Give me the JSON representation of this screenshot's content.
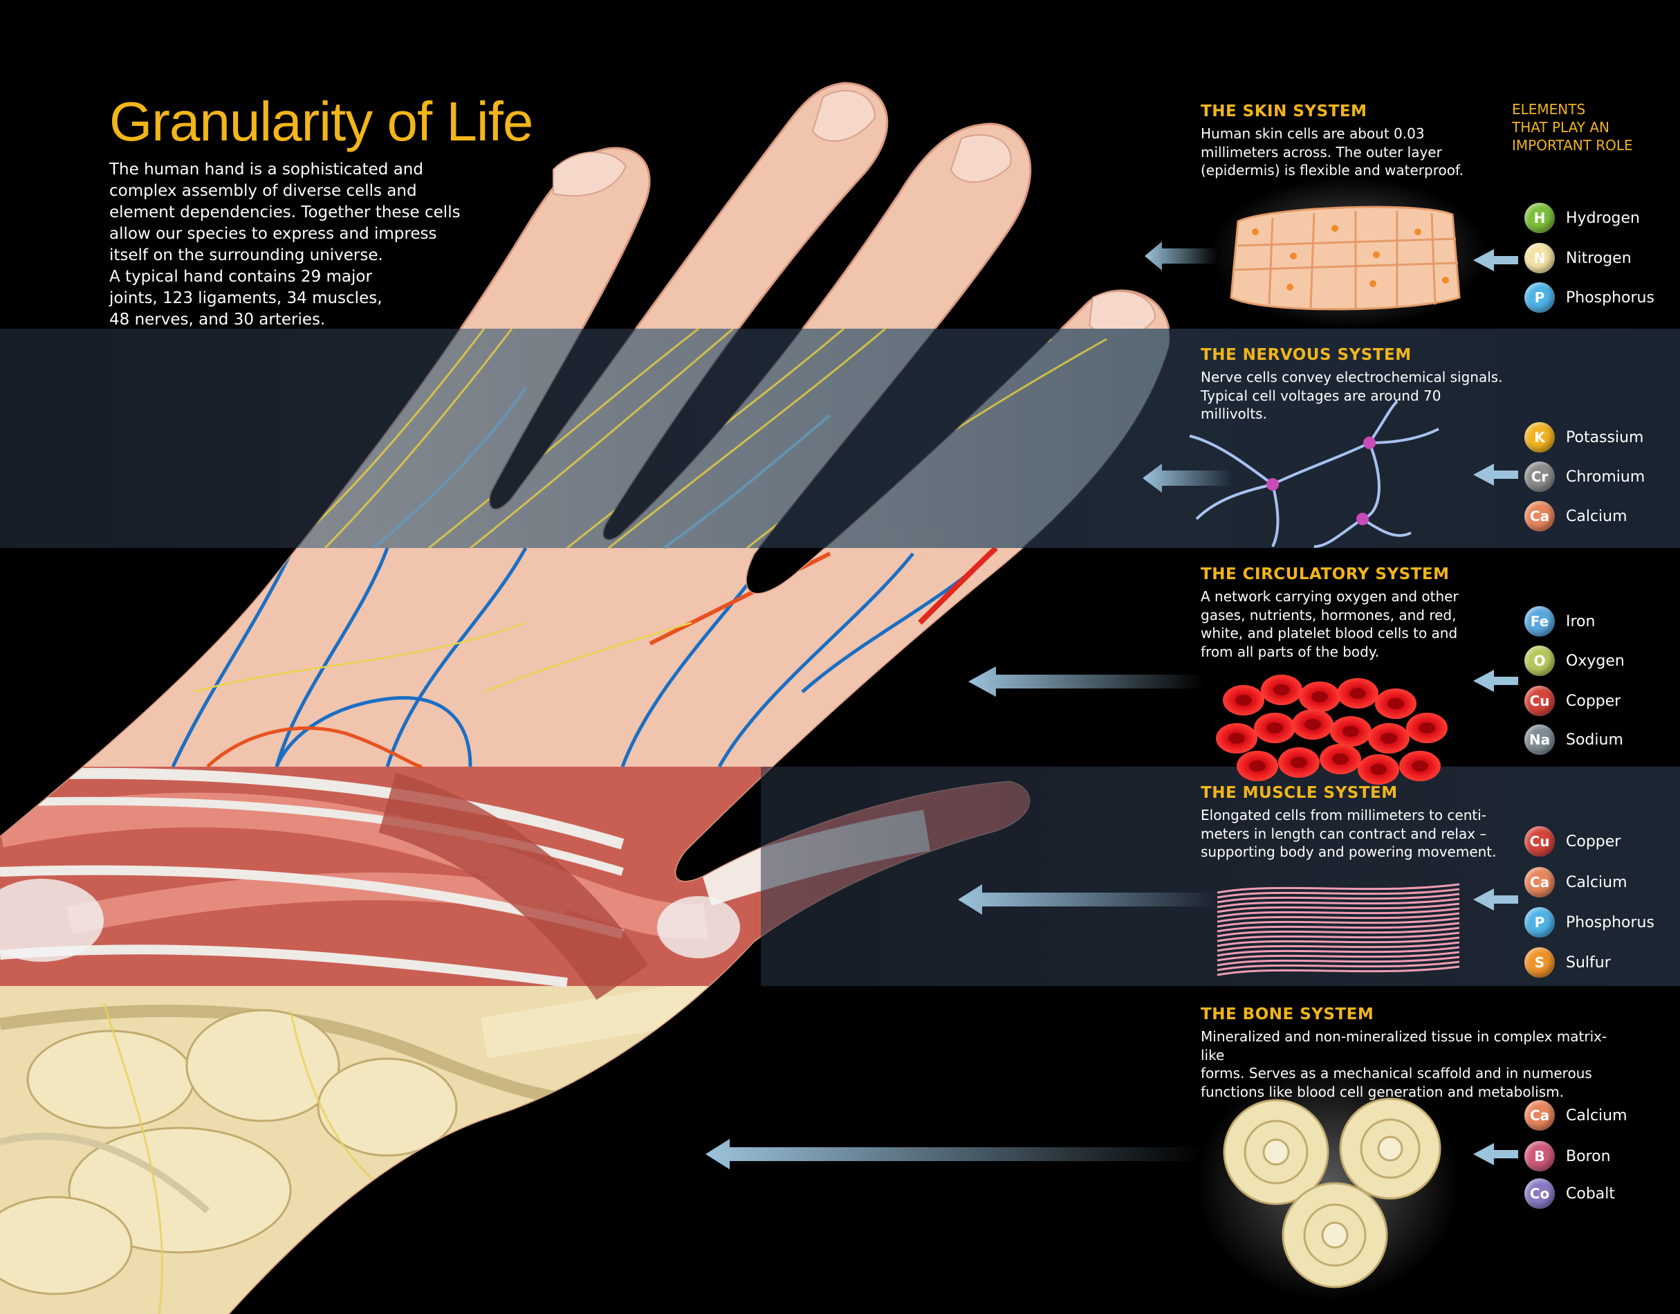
{
  "title": "Granularity of Life",
  "intro": {
    "lines": [
      "The human hand is a sophisticated and",
      "complex assembly of diverse cells and",
      "element dependencies. Together these cells",
      "allow our species to express and impress",
      "itself on the surrounding universe.",
      "A typical hand contains 29 major",
      "joints, 123 ligaments, 34 muscles,",
      "48 nerves, and 30 arteries."
    ]
  },
  "elements_heading": [
    "ELEMENTS",
    "THAT PLAY AN",
    "IMPORTANT ROLE"
  ],
  "colors": {
    "accent": "#f2b51a",
    "band": "#1f2a38",
    "arrow": "#8fb5cf",
    "skin": "#f1c4ae",
    "vein": "#1a6fc4",
    "artery": "#e0281c",
    "nerve": "#e9d34a",
    "muscle": "#d9695d",
    "bone": "#efe3b4"
  },
  "systems": [
    {
      "title": "THE SKIN SYSTEM",
      "lines": [
        "Human skin cells are about 0.03",
        "millimeters across. The outer layer",
        "(epidermis) is flexible and waterproof."
      ],
      "cell_icon": "skin-cells",
      "elements": [
        {
          "symbol": "H",
          "name": "Hydrogen",
          "color": "#7dbf3c"
        },
        {
          "symbol": "N",
          "name": "Nitrogen",
          "color": "#f3e2a4"
        },
        {
          "symbol": "P",
          "name": "Phosphorus",
          "color": "#4fb3e8"
        }
      ]
    },
    {
      "title": "THE NERVOUS SYSTEM",
      "lines": [
        "Nerve cells convey electrochemical signals.",
        "Typical cell voltages are around 70 millivolts."
      ],
      "cell_icon": "neuron-cells",
      "elements": [
        {
          "symbol": "K",
          "name": "Potassium",
          "color": "#f0b322"
        },
        {
          "symbol": "Cr",
          "name": "Chromium",
          "color": "#8c8c8c"
        },
        {
          "symbol": "Ca",
          "name": "Calcium",
          "color": "#e7855c"
        }
      ]
    },
    {
      "title": "THE CIRCULATORY SYSTEM",
      "lines": [
        "A network carrying oxygen and other",
        "gases, nutrients, hormones, and red,",
        "white, and platelet blood cells to and",
        "from all parts of the body."
      ],
      "cell_icon": "red-blood-cells",
      "elements": [
        {
          "symbol": "Fe",
          "name": "Iron",
          "color": "#5aa7dd"
        },
        {
          "symbol": "O",
          "name": "Oxygen",
          "color": "#b6c95d"
        },
        {
          "symbol": "Cu",
          "name": "Copper",
          "color": "#d5453a"
        },
        {
          "symbol": "Na",
          "name": "Sodium",
          "color": "#7f8c96"
        }
      ]
    },
    {
      "title": "THE MUSCLE SYSTEM",
      "lines": [
        "Elongated cells from millimeters to centi-",
        "meters in length can contract and relax –",
        "supporting body and powering movement."
      ],
      "cell_icon": "muscle-fibers",
      "elements": [
        {
          "symbol": "Cu",
          "name": "Copper",
          "color": "#d5453a"
        },
        {
          "symbol": "Ca",
          "name": "Calcium",
          "color": "#e7855c"
        },
        {
          "symbol": "P",
          "name": "Phosphorus",
          "color": "#4fb3e8"
        },
        {
          "symbol": "S",
          "name": "Sulfur",
          "color": "#f0942a"
        }
      ]
    },
    {
      "title": "THE BONE SYSTEM",
      "lines": [
        "Mineralized and non-mineralized tissue in complex matrix-like",
        "forms. Serves as a mechanical scaffold and in numerous",
        "functions like blood cell generation and metabolism."
      ],
      "cell_icon": "bone-osteons",
      "elements": [
        {
          "symbol": "Ca",
          "name": "Calcium",
          "color": "#e7855c"
        },
        {
          "symbol": "B",
          "name": "Boron",
          "color": "#cf5a7a"
        },
        {
          "symbol": "Co",
          "name": "Cobalt",
          "color": "#8a7bc4"
        }
      ]
    }
  ]
}
